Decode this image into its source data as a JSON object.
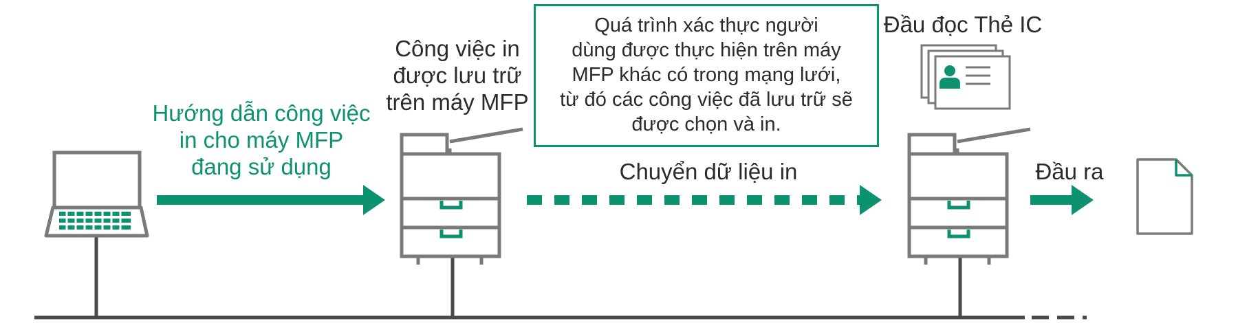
{
  "labels": {
    "instruction": [
      "Hướng dẫn công việc",
      "in cho máy MFP",
      "đang sử dụng"
    ],
    "stored": [
      "Công việc in",
      "được lưu trữ",
      "trên máy MFP"
    ],
    "info_box": [
      "Quá trình xác thực người",
      "dùng được thực hiện trên máy",
      "MFP khác có trong mạng lưới,",
      "từ đó các công việc đã lưu trữ sẽ",
      "được chọn và in."
    ],
    "transfer": "Chuyển dữ liệu in",
    "card_reader": "Đầu đọc Thẻ IC",
    "output": "Đầu ra"
  },
  "icons": [
    "laptop-icon",
    "printer-icon",
    "id-card-icon",
    "document-icon"
  ],
  "colors": {
    "accent": "#0d9270",
    "device": "#7a7a7a",
    "text": "#2b2b2b",
    "network": "#4a4a4a"
  }
}
